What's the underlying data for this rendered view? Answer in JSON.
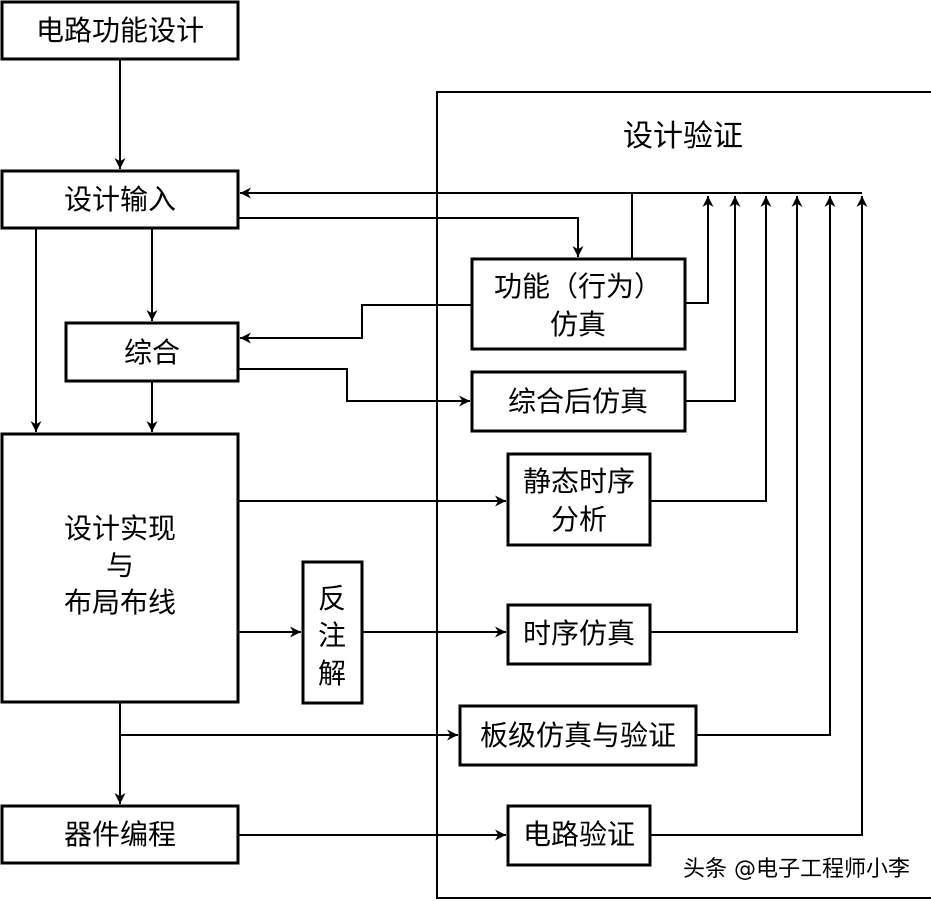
{
  "diagram": {
    "boxes": {
      "circuit_design": "电路功能设计",
      "design_input": "设计输入",
      "synthesis": "综合",
      "implementation": [
        "设计实现",
        "与",
        "布局布线"
      ],
      "device_programming": "器件编程",
      "back_annotation": [
        "反",
        "注",
        "解"
      ],
      "functional_sim": [
        "功能（行为）",
        "仿真"
      ],
      "post_synthesis_sim": "综合后仿真",
      "static_timing": [
        "静态时序",
        "分析"
      ],
      "timing_sim": "时序仿真",
      "board_sim": "板级仿真与验证",
      "circuit_verify": "电路验证"
    },
    "verification_group_title": "设计验证",
    "watermark": "头条 @电子工程师小李"
  }
}
